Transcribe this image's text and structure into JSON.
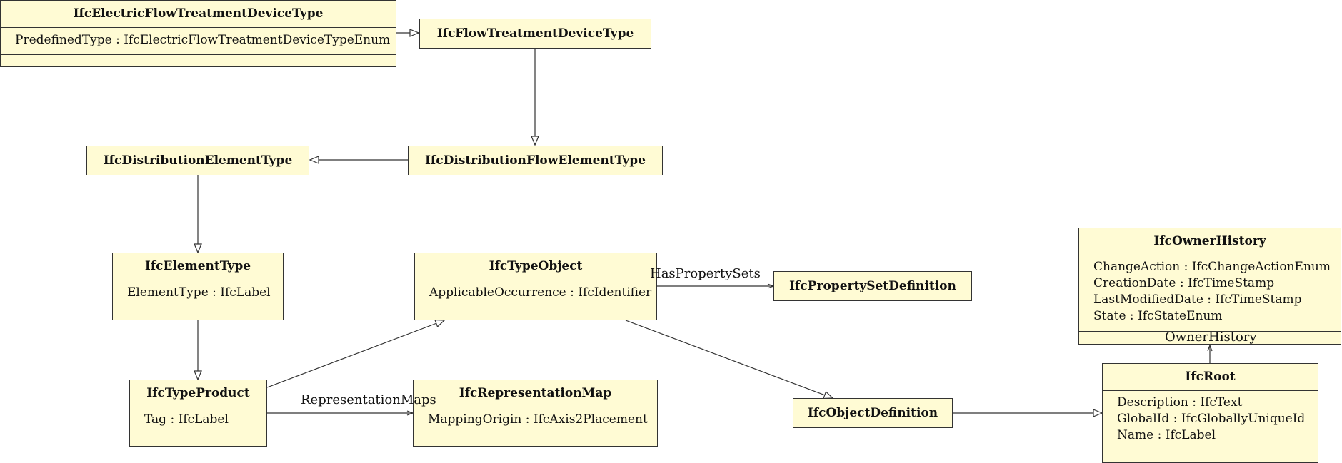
{
  "classes": {
    "electric": {
      "name": "IfcElectricFlowTreatmentDeviceType",
      "attributes": [
        "PredefinedType : IfcElectricFlowTreatmentDeviceTypeEnum"
      ]
    },
    "flowtreat": {
      "name": "IfcFlowTreatmentDeviceType"
    },
    "distflow": {
      "name": "IfcDistributionFlowElementType"
    },
    "distelem": {
      "name": "IfcDistributionElementType"
    },
    "elemtype": {
      "name": "IfcElementType",
      "attributes": [
        "ElementType : IfcLabel"
      ]
    },
    "typeproduct": {
      "name": "IfcTypeProduct",
      "attributes": [
        "Tag : IfcLabel"
      ]
    },
    "typeobject": {
      "name": "IfcTypeObject",
      "attributes": [
        "ApplicableOccurrence : IfcIdentifier"
      ]
    },
    "repmap": {
      "name": "IfcRepresentationMap",
      "attributes": [
        "MappingOrigin : IfcAxis2Placement"
      ]
    },
    "propset": {
      "name": "IfcPropertySetDefinition"
    },
    "objdef": {
      "name": "IfcObjectDefinition"
    },
    "ownerhistory": {
      "name": "IfcOwnerHistory",
      "attributes": [
        "ChangeAction : IfcChangeActionEnum",
        "CreationDate : IfcTimeStamp",
        "LastModifiedDate : IfcTimeStamp",
        "State : IfcStateEnum"
      ]
    },
    "root": {
      "name": "IfcRoot",
      "attributes": [
        "Description : IfcText",
        "GlobalId : IfcGloballyUniqueId",
        "Name : IfcLabel"
      ]
    }
  },
  "relations": {
    "has_property_sets": "HasPropertySets",
    "representation_maps": "RepresentationMaps",
    "owner_history": "OwnerHistory"
  }
}
